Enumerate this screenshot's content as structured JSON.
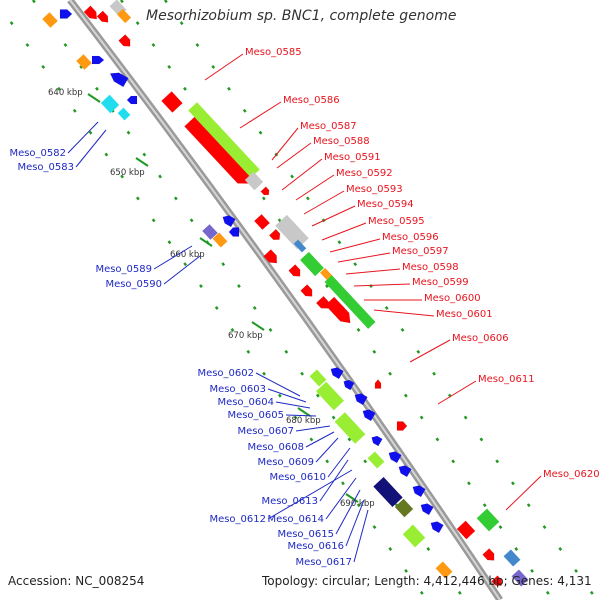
{
  "title": "Mesorhizobium sp. BNC1, complete genome",
  "footer": {
    "accession": "Accession: NC_008254",
    "topology": "Topology: circular; Length: 4,412,446 bp; Genes: 4,131"
  },
  "colors": {
    "backbone": "#888888",
    "forward_labels": "#e8141e",
    "reverse_labels": "#1f29c4",
    "cds_red": "#ff0000",
    "cds_blue": "#1010ee",
    "rna_green": "#33cc33",
    "lime": "#99ee33",
    "orange": "#ff9911",
    "cyan": "#22ddee",
    "grey": "#c8c8c8",
    "purple": "#7766cc",
    "navy": "#111177",
    "olive": "#667722",
    "ticks_green": "#229922"
  },
  "ticks": [
    "640 kbp",
    "650 kbp",
    "660 kbp",
    "670 kbp",
    "680 kbp",
    "690 kbp"
  ],
  "forward_labels": [
    "Meso_0585",
    "Meso_0586",
    "Meso_0587",
    "Meso_0588",
    "Meso_0591",
    "Meso_0592",
    "Meso_0593",
    "Meso_0594",
    "Meso_0595",
    "Meso_0596",
    "Meso_0597",
    "Meso_0598",
    "Meso_0599",
    "Meso_0600",
    "Meso_0601",
    "Meso_0606",
    "Meso_0611",
    "Meso_0620"
  ],
  "reverse_labels": [
    "Meso_0582",
    "Meso_0583",
    "Meso_0589",
    "Meso_0590",
    "Meso_0602",
    "Meso_0603",
    "Meso_0604",
    "Meso_0605",
    "Meso_0607",
    "Meso_0608",
    "Meso_0609",
    "Meso_0610",
    "Meso_0613",
    "Meso_0612",
    "Meso_0614",
    "Meso_0615",
    "Meso_0616",
    "Meso_0617"
  ]
}
